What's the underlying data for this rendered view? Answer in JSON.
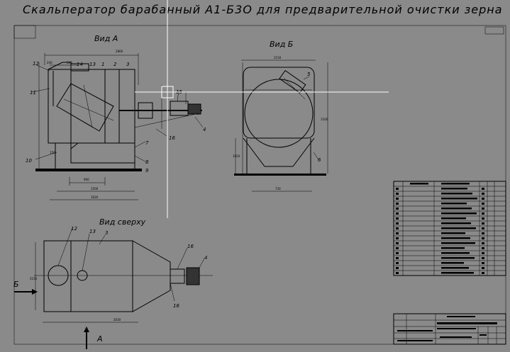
{
  "title": "Скальператор барабанный А1-Б3О для предварительной очистки зерна",
  "views": {
    "view_a": "Вид А",
    "view_b": "Вид Б",
    "view_top": "Вид сверху"
  },
  "markers": {
    "b_arrow": "Б",
    "a_arrow": "А"
  },
  "callouts": {
    "front": [
      "12",
      "14",
      "13",
      "1",
      "2",
      "3",
      "11",
      "10",
      "7",
      "8",
      "9",
      "15",
      "16",
      "4"
    ],
    "side": [
      "5",
      "6"
    ],
    "top": [
      "12",
      "13",
      "3",
      "16",
      "4",
      "16"
    ]
  },
  "spec_rows": 18,
  "colors": {
    "background": "#8a8a8a",
    "line": "#000000",
    "cursor": "#ffffff"
  }
}
